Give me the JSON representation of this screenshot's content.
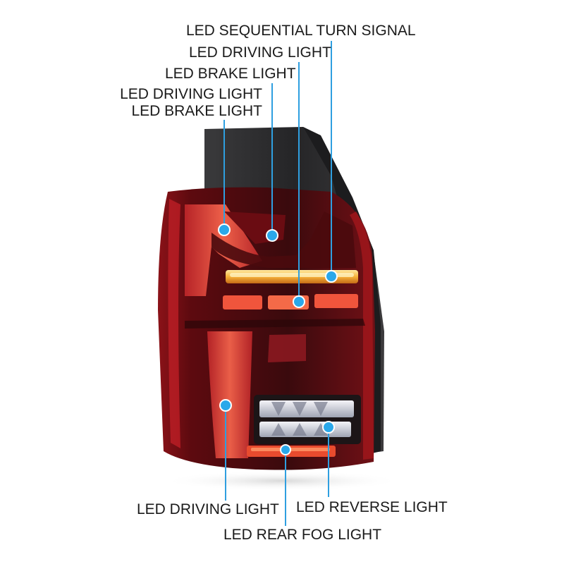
{
  "labels": {
    "sequential_turn": "LED SEQUENTIAL TURN  SIGNAL",
    "driving_top": "LED DRIVING LIGHT",
    "brake_top": "LED BRAKE LIGHT",
    "driving_left": "LED DRIVING LIGHT",
    "brake_left": "LED BRAKE LIGHT",
    "driving_bottom": "LED DRIVING LIGHT",
    "reverse": "LED REVERSE LIGHT",
    "rear_fog": "LED REAR FOG LIGHT"
  },
  "colors": {
    "leader_line": "#2f9fe0",
    "marker": "#2aa8ea",
    "lens_red": "#7a0f14",
    "housing": "#2b2a2c",
    "amber": "#f2b640"
  }
}
